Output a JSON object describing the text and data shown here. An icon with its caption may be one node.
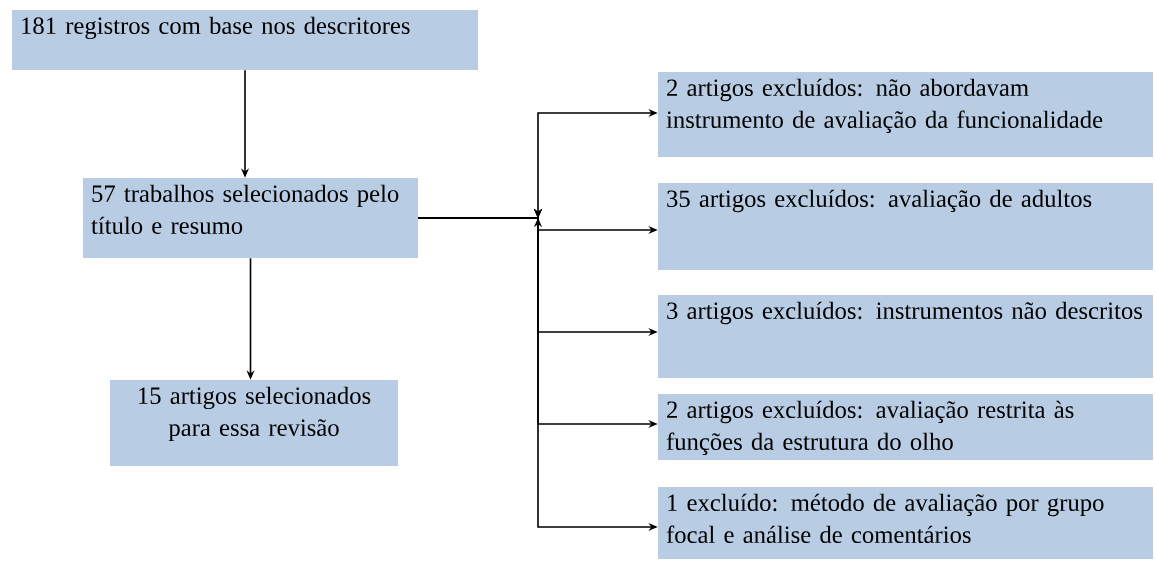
{
  "diagram": {
    "nodes": [
      {
        "text": [
          "181 registros com base nos descritores"
        ]
      },
      {
        "text": [
          "57 trabalhos selecionados pelo título e resumo"
        ]
      },
      {
        "text": [
          "15 artigos selecionados para essa revisão"
        ]
      },
      {
        "text": [
          "2 artigos excluídos:  não abordavam instrumento de avaliação da funcionalidade"
        ]
      },
      {
        "text": [
          "35 artigos excluídos: avaliação de adultos"
        ]
      },
      {
        "text": [
          "3 artigos excluídos: instrumentos não descritos"
        ]
      },
      {
        "text": [
          "2 artigos excluídos: avaliação restrita às funções da estrutura do olho"
        ]
      },
      {
        "text": [
          "1 excluído: método de avaliação por grupo focal e análise de comentários"
        ]
      }
    ],
    "edges": [
      {
        "from": 0,
        "to": 1,
        "arrow": "to"
      },
      {
        "from": 1,
        "to": 2,
        "arrow": "to"
      },
      {
        "from": 1,
        "to": 3,
        "arrow": "to"
      },
      {
        "from": 1,
        "to": 4,
        "arrow": "to"
      },
      {
        "from": 1,
        "to": 5,
        "arrow": "to"
      },
      {
        "from": 1,
        "to": 6,
        "arrow": "to"
      },
      {
        "from": 1,
        "to": 7,
        "arrow": "to"
      }
    ]
  }
}
